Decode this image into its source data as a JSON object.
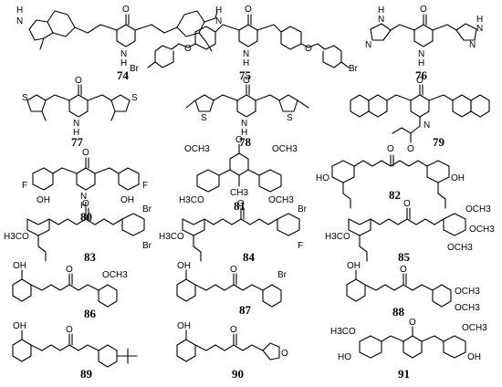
{
  "figure": {
    "compounds": [
      {
        "number": "74",
        "labels": [
          "O",
          "H\nN",
          "N\nH",
          "H\nN"
        ]
      },
      {
        "number": "75",
        "labels": [
          "O",
          "N\nH",
          "O",
          "O",
          "Br",
          "Br"
        ]
      },
      {
        "number": "76",
        "labels": [
          "O",
          "N\nH",
          "H\nN",
          "N",
          "N",
          "H\nN"
        ]
      },
      {
        "number": "77",
        "labels": [
          "O",
          "N\nH",
          "S",
          "S"
        ]
      },
      {
        "number": "78",
        "labels": [
          "O",
          "N\nH",
          "S",
          "S"
        ]
      },
      {
        "number": "79",
        "labels": [
          "O",
          "N",
          "O"
        ]
      },
      {
        "number": "80",
        "labels": [
          "O",
          "F",
          "OH",
          "N\nH",
          "F",
          "OH"
        ]
      },
      {
        "number": "81",
        "labels": [
          "O",
          "OCH3",
          "OCH3",
          "CH3",
          "H3CO",
          "OCH3"
        ]
      },
      {
        "number": "82",
        "labels": [
          "O",
          "HO",
          "OH"
        ]
      },
      {
        "number": "83",
        "labels": [
          "O",
          "Br",
          "H3CO",
          "Br"
        ]
      },
      {
        "number": "84",
        "labels": [
          "O",
          "Br",
          "H3CO",
          "F"
        ]
      },
      {
        "number": "85",
        "labels": [
          "O",
          "OCH3",
          "H3CO",
          "OCH3",
          "OCH3"
        ]
      },
      {
        "number": "86",
        "labels": [
          "OH",
          "O",
          "OCH3"
        ]
      },
      {
        "number": "87",
        "labels": [
          "OH",
          "O",
          "Br"
        ]
      },
      {
        "number": "88",
        "labels": [
          "OH",
          "O",
          "OCH3",
          "OCH3"
        ]
      },
      {
        "number": "89",
        "labels": [
          "OH",
          "O"
        ]
      },
      {
        "number": "90",
        "labels": [
          "OH",
          "O",
          "O"
        ]
      },
      {
        "number": "91",
        "labels": [
          "O",
          "H3CO",
          "OCH3",
          "HO",
          "OH"
        ]
      }
    ]
  }
}
